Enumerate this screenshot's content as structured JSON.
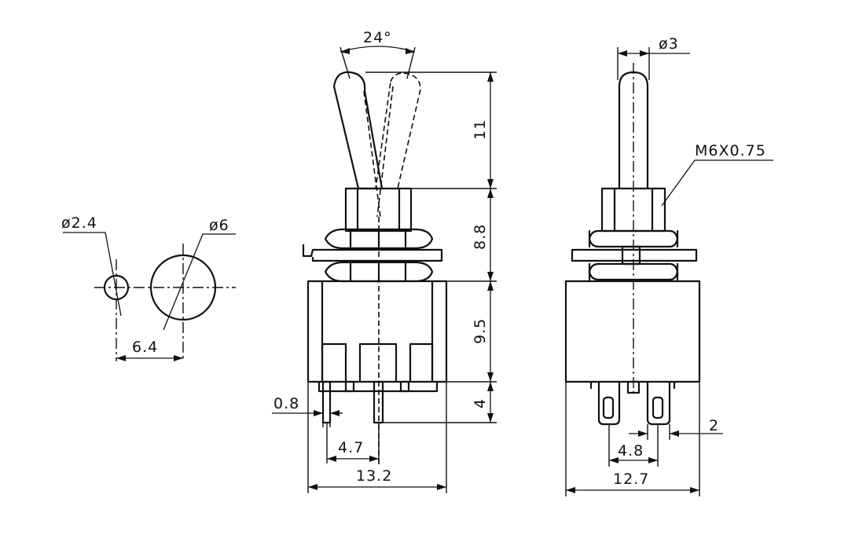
{
  "labels": {
    "angle": "24°",
    "toggle_diameter": "ø3",
    "thread": "M6X0.75",
    "height_lever": "11",
    "height_bushing": "8.8",
    "height_body": "9.5",
    "height_terminal": "4",
    "hole_small": "ø2.4",
    "hole_large": "ø6",
    "hole_spacing": "6.4",
    "terminal_width": "0.8",
    "terminal_pitch_front": "4.7",
    "body_width_front": "13.2",
    "terminal_pitch_side": "4.8",
    "terminal_gap_side": "2",
    "body_width_side": "12.7"
  }
}
